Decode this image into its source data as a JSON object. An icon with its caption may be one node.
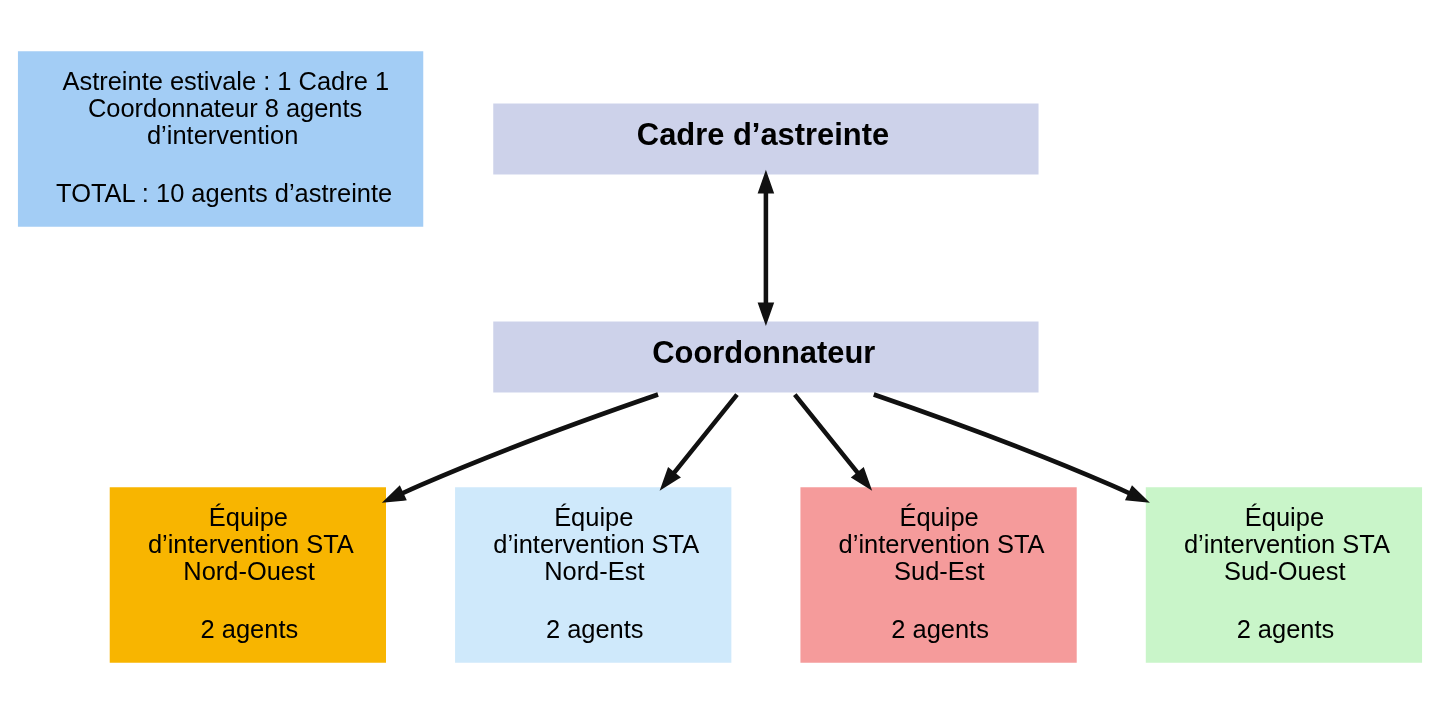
{
  "diagram": {
    "nodes": [
      {
        "text": [
          "Astreinte estivale : 1 Cadre 1 Coordonnateur 8 agents d’intervention",
          "TOTAL : 10 agents d’astreinte"
        ]
      },
      {
        "text": [
          "Cadre d’astreinte"
        ]
      },
      {
        "text": [
          "Coordonnateur"
        ]
      },
      {
        "text": [
          "Équipe d’intervention STA Nord-Ouest",
          "2 agents"
        ]
      },
      {
        "text": [
          "Équipe d’intervention STA Nord-Est",
          "2 agents"
        ]
      },
      {
        "text": [
          "Équipe d’intervention STA Sud-Est",
          "2 agents"
        ]
      },
      {
        "text": [
          "Équipe d’intervention STA Sud-Ouest",
          "2 agents"
        ]
      }
    ],
    "edges": [
      {
        "from": 1,
        "to": 2,
        "arrow": "both"
      },
      {
        "from": 2,
        "to": 3,
        "arrow": "to"
      },
      {
        "from": 2,
        "to": 4,
        "arrow": "to"
      },
      {
        "from": 2,
        "to": 5,
        "arrow": "to"
      },
      {
        "from": 2,
        "to": 6,
        "arrow": "to"
      }
    ]
  }
}
